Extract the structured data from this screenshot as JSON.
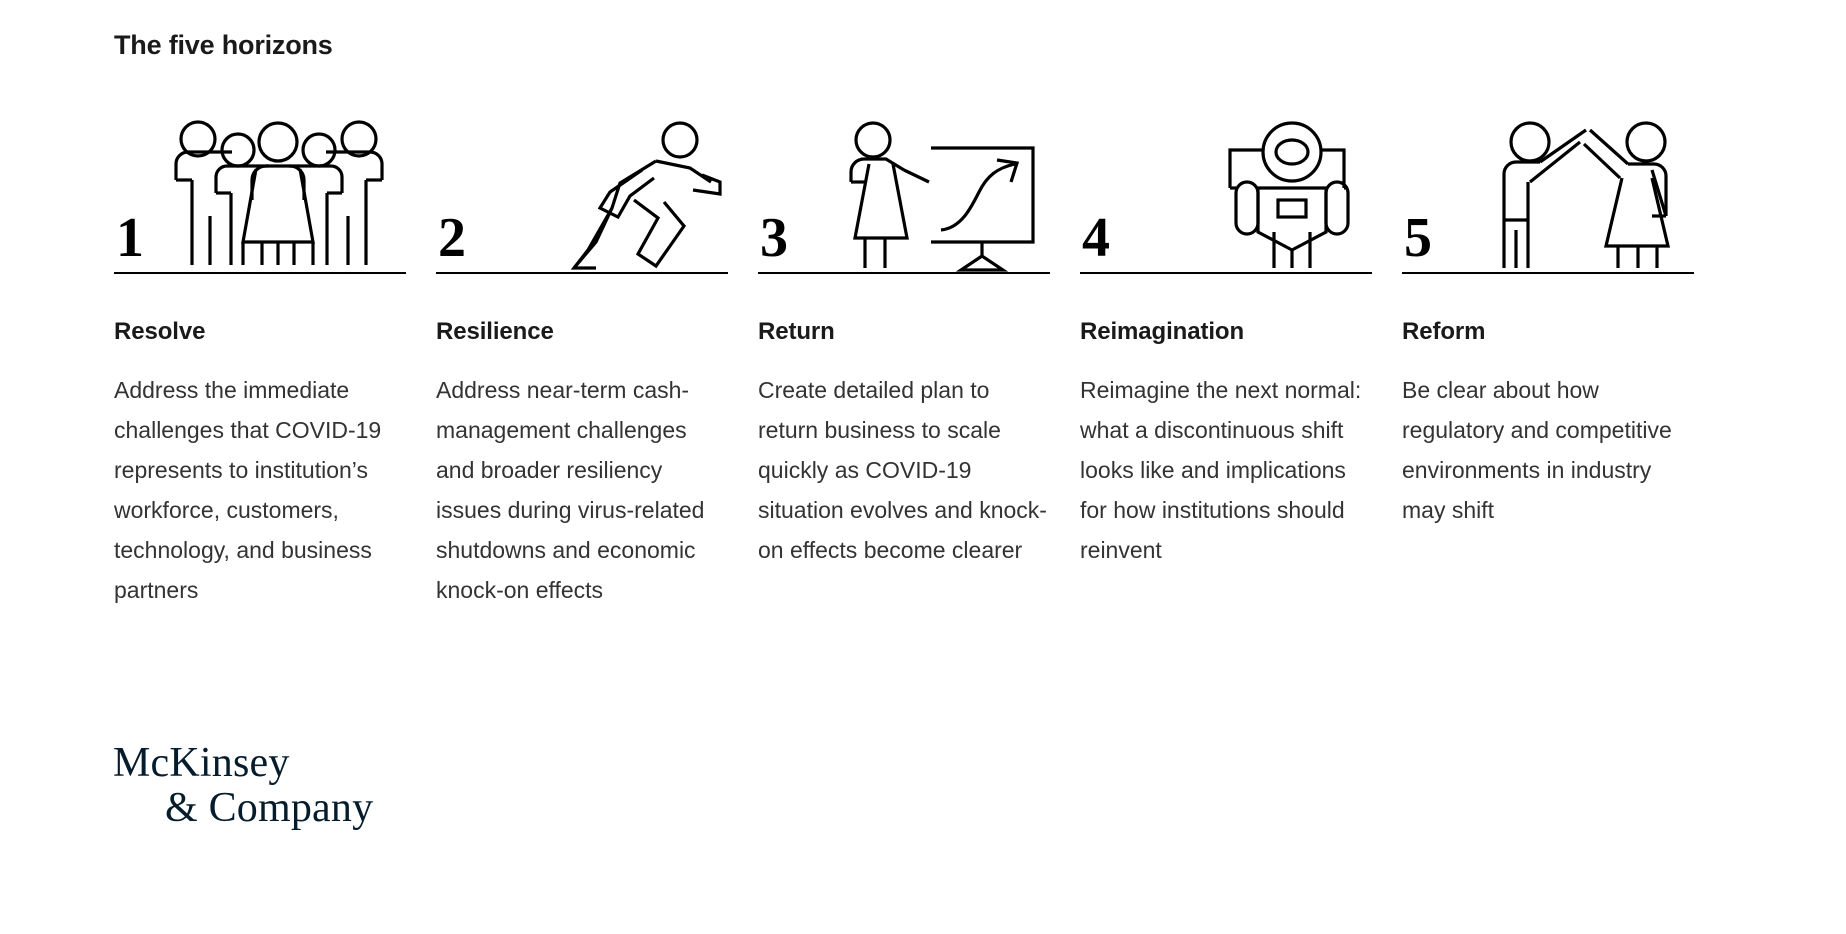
{
  "page": {
    "title": "The five horizons",
    "background_color": "#ffffff",
    "text_color": "#333333",
    "logo_color": "#051C2C"
  },
  "horizons": [
    {
      "number": "1",
      "icon": "group-of-people-icon",
      "heading": "Resolve",
      "body": "Address the immediate challenges that COVID-19 represents to institution’s workforce, customers, technology, and business partners"
    },
    {
      "number": "2",
      "icon": "running-person-icon",
      "heading": "Resilience",
      "body": "Address near-term cash-management challenges and broader resiliency issues during virus-related shutdowns and economic knock-on effects"
    },
    {
      "number": "3",
      "icon": "person-presenting-growth-chart-icon",
      "heading": "Return",
      "body": "Create detailed plan to return business to scale quickly as COVID-19 situation evolves and knock-on effects become clearer"
    },
    {
      "number": "4",
      "icon": "person-wearing-vr-headset-icon",
      "heading": "Reimagination",
      "body": "Reimagine the next normal: what a discontinuous shift looks like and implications for how institutions should reinvent"
    },
    {
      "number": "5",
      "icon": "two-people-high-five-icon",
      "heading": "Reform",
      "body": "Be clear about how regulatory and competitive environments in industry may shift"
    }
  ],
  "logo": {
    "line1": "McKinsey",
    "line2": "& Company"
  }
}
